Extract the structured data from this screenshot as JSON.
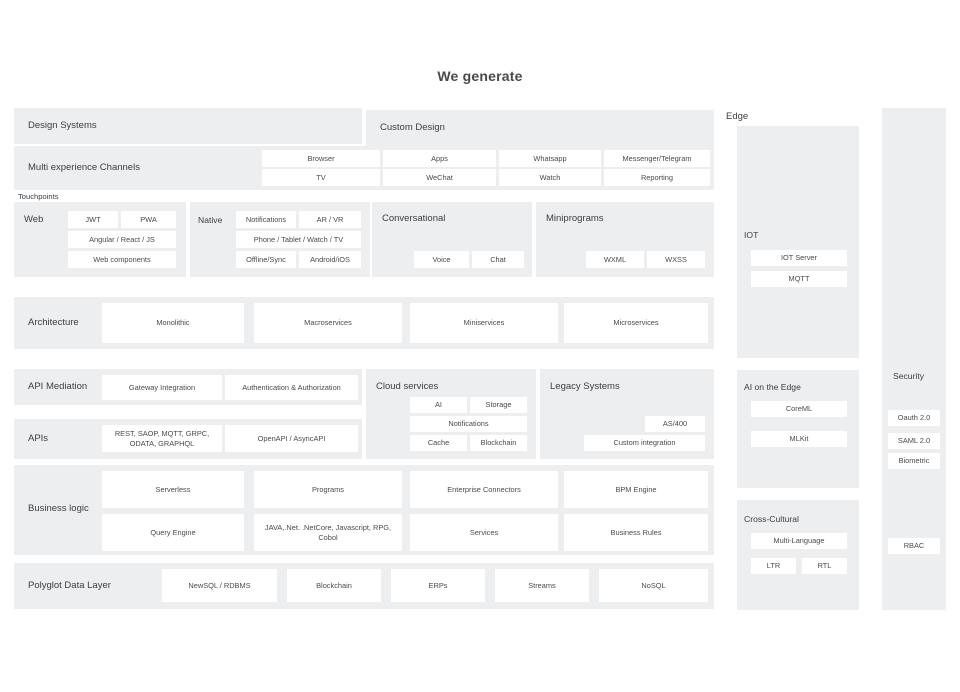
{
  "title": "We generate",
  "colors": {
    "panel": "#eceef0",
    "tile": "#ffffff",
    "text": "#4a4a4a",
    "page": "#ffffff"
  },
  "rows": {
    "design_systems": {
      "label": "Design Systems"
    },
    "custom_design": {
      "label": "Custom Design"
    },
    "multi_experience": {
      "label": "Multi experience Channels",
      "tiles": [
        [
          "Browser",
          "Apps",
          "Whatsapp",
          "Messenger/Telegram"
        ],
        [
          "TV",
          "WeChat",
          "Watch",
          "Reporting"
        ]
      ]
    },
    "touchpoints_label": "Touchpoints",
    "touchpoints": {
      "web": {
        "label": "Web",
        "tiles": [
          "JWT",
          "PWA",
          "Angular / React / JS",
          "Web components"
        ]
      },
      "native": {
        "label": "Native",
        "tiles": [
          "Notifications",
          "AR / VR",
          "Phone / Tablet / Watch / TV",
          "Offline/Sync",
          "Android/iOS"
        ]
      },
      "conversational": {
        "label": "Conversational",
        "tiles": [
          "Voice",
          "Chat"
        ]
      },
      "miniprograms": {
        "label": "Miniprograms",
        "tiles": [
          "WXML",
          "WXSS"
        ]
      }
    },
    "architecture": {
      "label": "Architecture",
      "tiles": [
        "Monolithic",
        "Macroservices",
        "Miniservices",
        "Microservices"
      ]
    },
    "api_mediation": {
      "label": "API Mediation",
      "tiles": [
        "Gateway Integration",
        "Authentication & Authorization"
      ]
    },
    "apis": {
      "label": "APIs",
      "tiles": [
        "REST, SAOP, MQTT, GRPC, ODATA, GRAPHQL",
        "OpenAPI / AsyncAPI"
      ]
    },
    "cloud_services": {
      "label": "Cloud services",
      "tiles": [
        "AI",
        "Storage",
        "Notifications",
        "Cache",
        "Blockchain"
      ]
    },
    "legacy_systems": {
      "label": "Legacy Systems",
      "tiles": [
        "AS/400",
        "Custom integration"
      ]
    },
    "business_logic": {
      "label": "Business logic",
      "tiles": [
        [
          "Serverless",
          "Programs",
          "Enterprise Connectors",
          "BPM Engine"
        ],
        [
          "Query Engine",
          "JAVA,.Net. .NetCore, Javascript, RPG, Cobol",
          "Services",
          "Business Rules"
        ]
      ]
    },
    "polyglot": {
      "label": "Polyglot Data Layer",
      "tiles": [
        "NewSQL / RDBMS",
        "Blockchain",
        "ERPs",
        "Streams",
        "NoSQL"
      ]
    }
  },
  "edge": {
    "label": "Edge",
    "iot": {
      "label": "IOT",
      "tiles": [
        "IOT Server",
        "MQTT"
      ]
    },
    "ai_on_edge": {
      "label": "AI on the Edge",
      "tiles": [
        "CoreML",
        "MLKit"
      ]
    },
    "cross_cultural": {
      "label": "Cross-Cultural",
      "tiles": [
        "Multi-Language",
        "LTR",
        "RTL"
      ]
    }
  },
  "security": {
    "label": "Security",
    "tiles": [
      "Oauth 2.0",
      "SAML 2.0",
      "Biometric"
    ],
    "bottom_tiles": [
      "RBAC"
    ]
  }
}
